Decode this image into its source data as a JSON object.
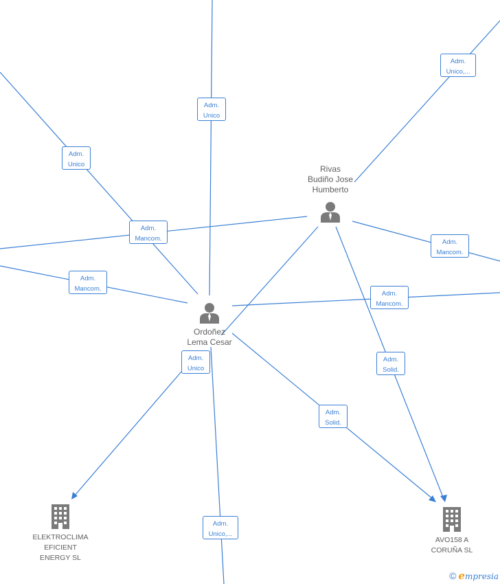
{
  "people": [
    {
      "name": "Rivas Budiño Jose Humberto",
      "lines": [
        "Rivas",
        "Budiño Jose",
        "Humberto"
      ],
      "icon": "person-icon"
    },
    {
      "name": "Ordoñez Lema Cesar",
      "lines": [
        "Ordoñez",
        "Lema Cesar"
      ],
      "icon": "person-icon"
    }
  ],
  "companies": [
    {
      "name": "ELEKTROCLIMA EFICIENT ENERGY SL",
      "lines": [
        "ELEKTROCLIMA",
        "EFICIENT",
        "ENERGY  SL"
      ],
      "icon": "building-icon",
      "color": "#7a7a7a"
    },
    {
      "name": "AVO158 A CORUÑA SL",
      "lines": [
        "AVO158 A",
        "CORUÑA  SL"
      ],
      "icon": "building-icon",
      "color": "#7a7a7a"
    }
  ],
  "roles": [
    {
      "id": "r1",
      "lines": [
        "Adm.",
        "Unico"
      ]
    },
    {
      "id": "r2",
      "lines": [
        "Adm.",
        "Unico,..."
      ]
    },
    {
      "id": "r3",
      "lines": [
        "Adm.",
        "Unico"
      ]
    },
    {
      "id": "r4",
      "lines": [
        "Adm.",
        "Mancom."
      ]
    },
    {
      "id": "r5",
      "lines": [
        "Adm.",
        "Mancom."
      ]
    },
    {
      "id": "r6",
      "lines": [
        "Adm.",
        "Mancom."
      ]
    },
    {
      "id": "r7",
      "lines": [
        "Adm.",
        "Mancom."
      ]
    },
    {
      "id": "r8",
      "lines": [
        "Adm.",
        "Unico"
      ]
    },
    {
      "id": "r9",
      "lines": [
        "Adm.",
        "Solid."
      ]
    },
    {
      "id": "r10",
      "lines": [
        "Adm.",
        "Solid."
      ]
    },
    {
      "id": "r11",
      "lines": [
        "Adm.",
        "Unico,..."
      ]
    }
  ],
  "colors": {
    "edge": "#3a7fd5",
    "text": "#5e5e5e",
    "icon": "#7a7a7a",
    "brand_accent": "#f39c12"
  },
  "footer": {
    "copyright_symbol": "©",
    "brand_initial": "e",
    "brand_rest": "mpresia"
  }
}
